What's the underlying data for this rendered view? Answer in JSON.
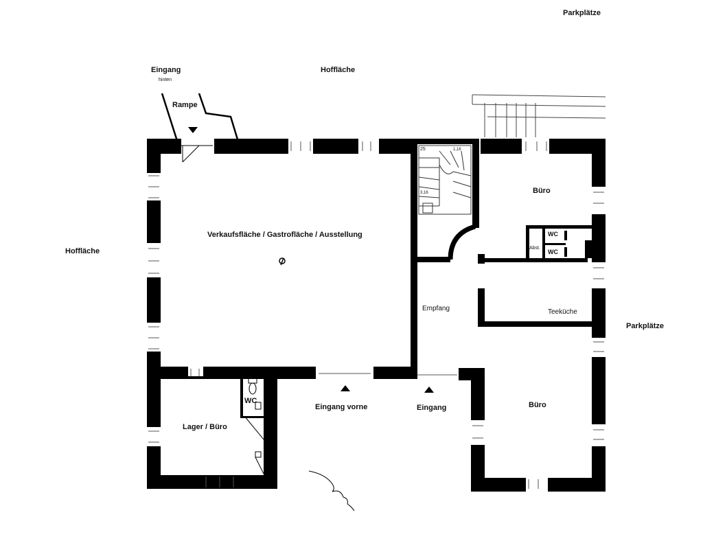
{
  "labels": {
    "parkplaetze_top": "Parkplätze",
    "hofflaeche_top": "Hoffläche",
    "eingang_hinten": "Eingang",
    "hinten": "hinten",
    "rampe": "Rampe",
    "hofflaeche_left": "Hoffläche",
    "verkaufsflaeche": "Verkaufsfläche / Gastrofläche / Ausstellung",
    "buero_top": "Büro",
    "wc_1": "WC",
    "wc_2": "WC",
    "abst": "Abst.",
    "empfang": "Empfang",
    "teekueche": "Teeküche",
    "parkplaetze_right": "Parkplätze",
    "wc_lager": "WC",
    "lager_buero": "Lager / Büro",
    "eingang_vorne": "Eingang vorne",
    "eingang": "Eingang",
    "buero_bottom": "Büro",
    "stair_25": "25",
    "stair_1": "1,16",
    "stair_2": "3,16"
  }
}
